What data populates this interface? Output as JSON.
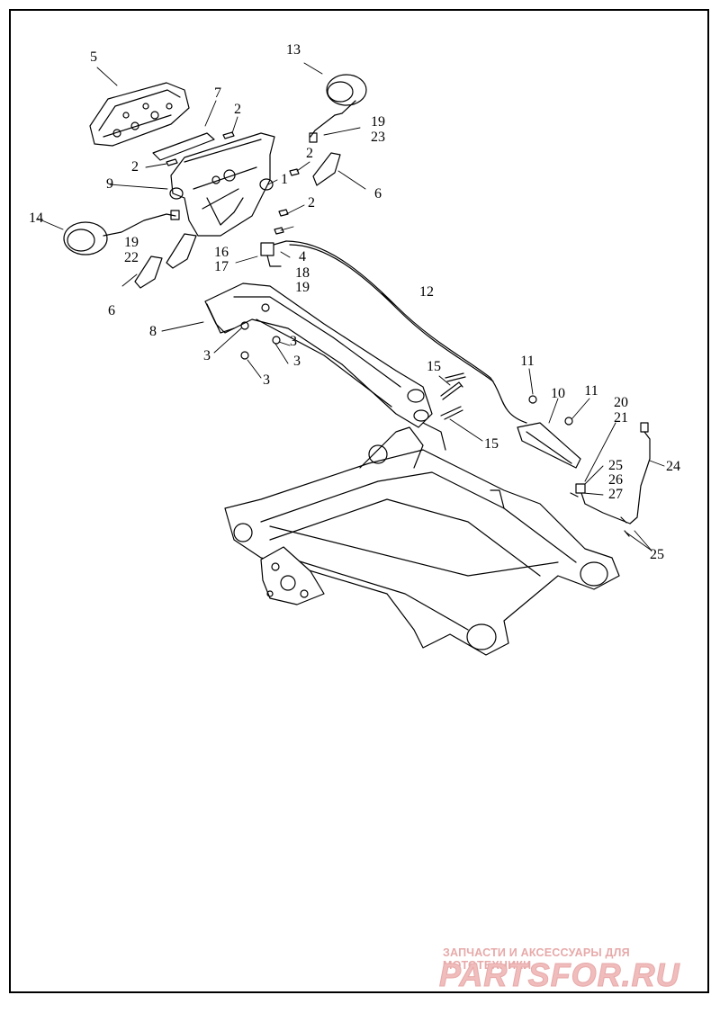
{
  "callouts": [
    {
      "id": "c5",
      "text": "5"
    },
    {
      "id": "c13",
      "text": "13"
    },
    {
      "id": "c7",
      "text": "7"
    },
    {
      "id": "c2a",
      "text": "2"
    },
    {
      "id": "c19a",
      "text": "19"
    },
    {
      "id": "c23",
      "text": "23"
    },
    {
      "id": "c2b",
      "text": "2"
    },
    {
      "id": "c2c",
      "text": "2"
    },
    {
      "id": "c9",
      "text": "9"
    },
    {
      "id": "c1",
      "text": "1"
    },
    {
      "id": "c6a",
      "text": "6"
    },
    {
      "id": "c2d",
      "text": "2"
    },
    {
      "id": "c14",
      "text": "14"
    },
    {
      "id": "c19b",
      "text": "19"
    },
    {
      "id": "c22",
      "text": "22"
    },
    {
      "id": "c16",
      "text": "16"
    },
    {
      "id": "c17",
      "text": "17"
    },
    {
      "id": "c4",
      "text": "4"
    },
    {
      "id": "c18",
      "text": "18"
    },
    {
      "id": "c19c",
      "text": "19"
    },
    {
      "id": "c6b",
      "text": "6"
    },
    {
      "id": "c12",
      "text": "12"
    },
    {
      "id": "c8",
      "text": "8"
    },
    {
      "id": "c3a",
      "text": "3"
    },
    {
      "id": "c3b",
      "text": "3"
    },
    {
      "id": "c3c",
      "text": "3"
    },
    {
      "id": "c3d",
      "text": "3"
    },
    {
      "id": "c15a",
      "text": "15"
    },
    {
      "id": "c11a",
      "text": "11"
    },
    {
      "id": "c10",
      "text": "10"
    },
    {
      "id": "c11b",
      "text": "11"
    },
    {
      "id": "c20",
      "text": "20"
    },
    {
      "id": "c21",
      "text": "21"
    },
    {
      "id": "c24",
      "text": "24"
    },
    {
      "id": "c15b",
      "text": "15"
    },
    {
      "id": "c25a",
      "text": "25"
    },
    {
      "id": "c26",
      "text": "26"
    },
    {
      "id": "c27",
      "text": "27"
    },
    {
      "id": "c25b",
      "text": "25"
    }
  ],
  "watermark": {
    "caption": "ЗАПЧАСТИ И АКСЕССУАРЫ ДЛЯ МОТОТЕХНИКИ",
    "logo": "PARTSFOR.RU",
    "color": "#e7a9a9"
  }
}
